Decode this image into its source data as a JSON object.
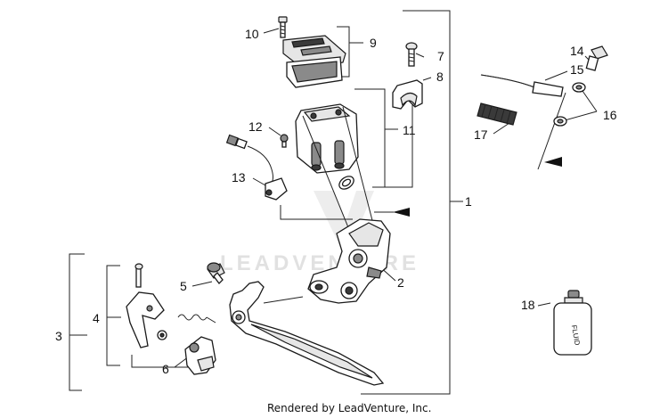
{
  "watermark": "LEADVENTURE",
  "footer": "Rendered by LeadVenture, Inc.",
  "bottle_label": "FLUID",
  "callouts": {
    "c1": "1",
    "c2": "2",
    "c3": "3",
    "c4": "4",
    "c5": "5",
    "c6": "6",
    "c7": "7",
    "c8": "8",
    "c9": "9",
    "c10": "10",
    "c11": "11",
    "c12": "12",
    "c13": "13",
    "c14": "14",
    "c15": "15",
    "c16": "16",
    "c17": "17",
    "c18": "18"
  }
}
